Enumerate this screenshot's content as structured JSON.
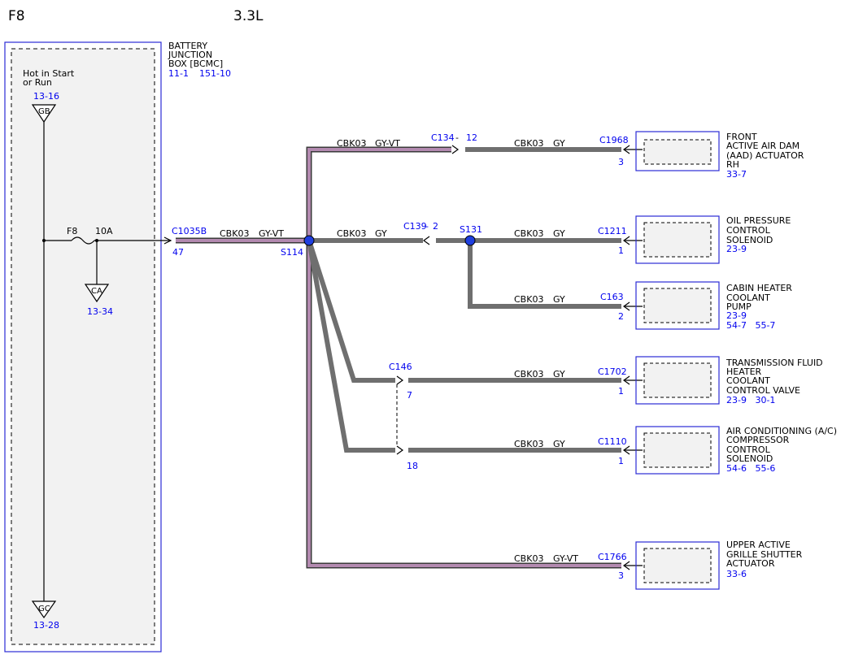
{
  "header": {
    "circuit": "F8",
    "engine": "3.3L"
  },
  "bjb": {
    "label": [
      "BATTERY",
      "JUNCTION",
      "BOX [BCMC]"
    ],
    "refs": [
      "11-1",
      "151-10"
    ],
    "hot": [
      "Hot in Start",
      "or Run"
    ],
    "gb": {
      "ref": "13-16",
      "label": "GB"
    },
    "ca": {
      "ref": "13-34",
      "label": "CA"
    },
    "gc": {
      "ref": "13-28",
      "label": "GC"
    },
    "fuse": {
      "name": "F8",
      "rating": "10A"
    }
  },
  "main": {
    "connector": "C1035B",
    "pin": "47",
    "circuit": "CBK03",
    "color": "GY-VT",
    "splice": "S114"
  },
  "branches": {
    "aad": {
      "circuit": "CBK03",
      "color": "GY-VT",
      "inline": "C134",
      "inline_pin": "12",
      "circuit2": "CBK03",
      "color2": "GY",
      "connector": "C1968",
      "pin": "3"
    },
    "oil": {
      "circuit": "CBK03",
      "color": "GY",
      "inline": "C139",
      "inline_pin": "2",
      "splice": "S131",
      "circuit2": "CBK03",
      "color2": "GY",
      "connector": "C1211",
      "pin": "1"
    },
    "cabin": {
      "circuit": "CBK03",
      "color": "GY",
      "connector": "C163",
      "pin": "2"
    },
    "trans": {
      "inline": "C146",
      "inline_pin": "7",
      "circuit": "CBK03",
      "color": "GY",
      "connector": "C1702",
      "pin": "1"
    },
    "ac": {
      "inline_pin": "18",
      "circuit": "CBK03",
      "color": "GY",
      "connector": "C1110",
      "pin": "1"
    },
    "grille": {
      "circuit": "CBK03",
      "color": "GY-VT",
      "connector": "C1766",
      "pin": "3"
    }
  },
  "components": {
    "aad": {
      "name": [
        "FRONT",
        "ACTIVE AIR DAM",
        "(AAD) ACTUATOR",
        "RH"
      ],
      "refs": [
        "33-7"
      ]
    },
    "oil": {
      "name": [
        "OIL PRESSURE",
        "CONTROL",
        "SOLENOID"
      ],
      "refs": [
        "23-9"
      ]
    },
    "cabin": {
      "name": [
        "CABIN HEATER",
        "COOLANT",
        "PUMP"
      ],
      "refs": [
        "23-9",
        "54-7   55-7"
      ]
    },
    "trans": {
      "name": [
        "TRANSMISSION FLUID",
        "HEATER",
        "COOLANT",
        "CONTROL VALVE"
      ],
      "refs": [
        "23-9   30-1"
      ]
    },
    "ac": {
      "name": [
        "AIR CONDITIONING (A/C)",
        "COMPRESSOR",
        "CONTROL",
        "SOLENOID"
      ],
      "refs": [
        "54-6   55-6"
      ]
    },
    "grille": {
      "name": [
        "UPPER ACTIVE",
        "GRILLE SHUTTER",
        "ACTUATOR"
      ],
      "refs": [
        "33-6"
      ]
    }
  },
  "colors": {
    "ref_blue": "#0000ee",
    "box_blue": "#2b2bd6",
    "wire_gy": "#6f6f6f",
    "wire_vt": "#b38ab0",
    "splice": "#1f3fe0"
  }
}
